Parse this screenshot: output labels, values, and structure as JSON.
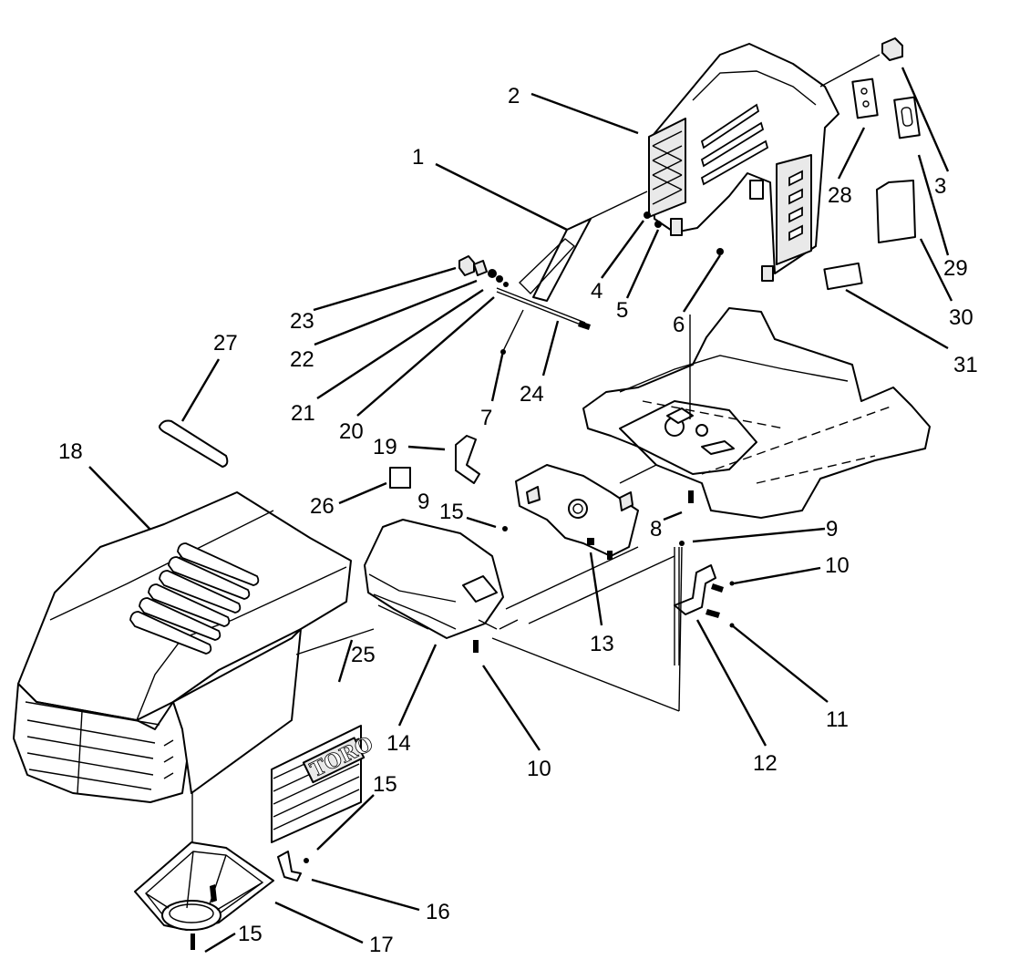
{
  "diagram": {
    "callouts": [
      "1",
      "2",
      "3",
      "4",
      "5",
      "6",
      "7",
      "8",
      "9",
      "9",
      "10",
      "10",
      "11",
      "12",
      "13",
      "14",
      "15",
      "15",
      "15",
      "16",
      "17",
      "18",
      "19",
      "20",
      "21",
      "22",
      "23",
      "24",
      "25",
      "26",
      "27",
      "28",
      "29",
      "30",
      "31"
    ]
  },
  "grille_logo": "TORO"
}
